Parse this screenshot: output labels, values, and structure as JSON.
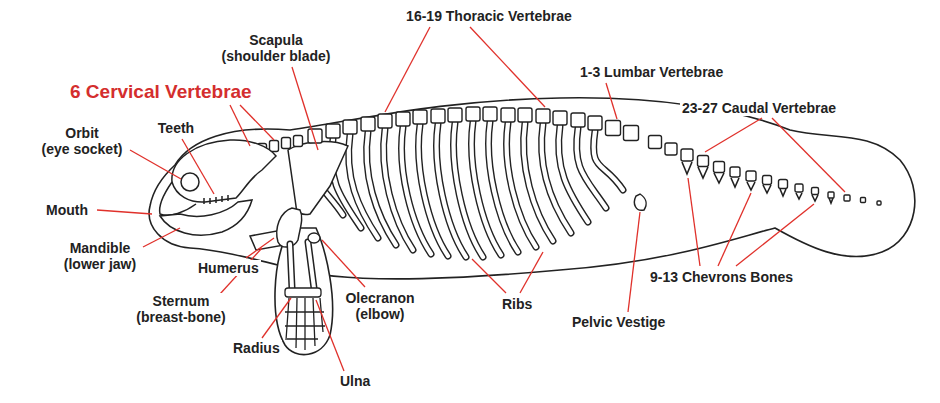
{
  "diagram": {
    "labels": [
      "Scapula (shoulder blade)",
      "16-19 Thoracic Vertebrae",
      "6 Cervical Vertebrae",
      "1-3 Lumbar Vertebrae",
      "23-27 Caudal Vertebrae",
      "Orbit (eye socket)",
      "Teeth",
      "Mouth",
      "Mandible (lower jaw)",
      "Humerus",
      "Olecranon (elbow)",
      "Ribs",
      "9-13 Chevrons Bones",
      "Sternum (breast-bone)",
      "Pelvic Vestige",
      "Radius",
      "Ulna"
    ]
  }
}
